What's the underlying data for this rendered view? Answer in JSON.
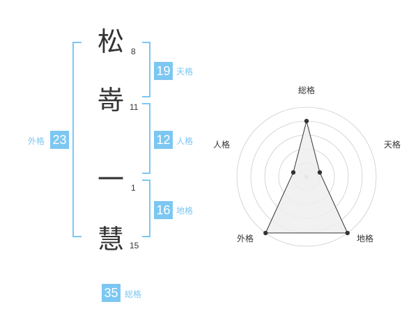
{
  "name": {
    "characters": [
      {
        "char": "松",
        "strokes": "8"
      },
      {
        "char": "嵜",
        "strokes": "11"
      },
      {
        "char": "一",
        "strokes": "1"
      },
      {
        "char": "慧",
        "strokes": "15"
      }
    ]
  },
  "fortune": {
    "tenkaku": {
      "value": "19",
      "label": "天格"
    },
    "jinkaku": {
      "value": "12",
      "label": "人格"
    },
    "chikaku": {
      "value": "16",
      "label": "地格"
    },
    "gaikaku": {
      "value": "23",
      "label": "外格"
    },
    "soukaku": {
      "value": "35",
      "label": "総格"
    }
  },
  "radar": {
    "axes": [
      "総格",
      "天格",
      "地格",
      "外格",
      "人格"
    ],
    "levels": 5,
    "values": [
      4,
      1,
      5,
      5,
      1
    ],
    "max": 5,
    "colors": {
      "fill": "#eeeeee",
      "stroke": "#333333",
      "grid": "#cccccc",
      "center": "#bbbbbb"
    }
  },
  "colors": {
    "accent": "#7cc7f2",
    "text": "#333333"
  }
}
